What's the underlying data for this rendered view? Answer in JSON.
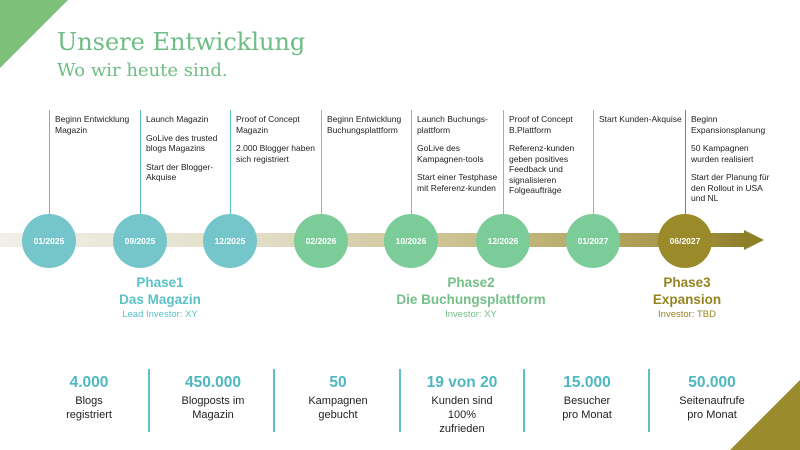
{
  "header": {
    "title": "Unsere Entwicklung",
    "subtitle": "Wo wir heute sind."
  },
  "colors": {
    "teal": "#5cc1c7",
    "green": "#7cc894",
    "olive": "#958422"
  },
  "events": [
    {
      "lines": [
        "Beginn Entwicklung Magazin"
      ]
    },
    {
      "lines": [
        "Launch Magazin",
        "GoLive des trusted blogs Magazins",
        "Start der Blogger-Akquise"
      ]
    },
    {
      "lines": [
        "Proof of Concept Magazin",
        "2.000 Blogger haben sich registriert"
      ]
    },
    {
      "lines": [
        "Beginn Entwicklung Buchungsplattform"
      ]
    },
    {
      "lines": [
        "Launch Buchungs-plattform",
        "GoLive des Kampagnen-tools",
        "Start einer Testphase mit Referenz-kunden"
      ]
    },
    {
      "lines": [
        "Proof of Concept B.Plattform",
        "Referenz-kunden geben positives Feedback und signalisieren Folgeaufträge"
      ]
    },
    {
      "lines": [
        "Start Kunden-Akquise"
      ]
    },
    {
      "lines": [
        "Beginn Expansionsplanung",
        "50 Kampagnen wurden realisiert",
        "Start der Planung für den Rollout in USA und NL"
      ]
    }
  ],
  "milestones": [
    {
      "date": "01/2025"
    },
    {
      "date": "09/2025"
    },
    {
      "date": "12/2025"
    },
    {
      "date": "02/2026"
    },
    {
      "date": "10/2026"
    },
    {
      "date": "12/2026"
    },
    {
      "date": "01/2027"
    },
    {
      "date": "06/2027"
    }
  ],
  "phases": [
    {
      "label": "Phase1",
      "name": "Das Magazin",
      "investor": "Lead Investor: XY"
    },
    {
      "label": "Phase2",
      "name": "Die Buchungsplattform",
      "investor": "Investor: XY"
    },
    {
      "label": "Phase3",
      "name": "Expansion",
      "investor": "Investor: TBD"
    }
  ],
  "stats": [
    {
      "value": "4.000",
      "lines": [
        "Blogs",
        "registriert"
      ]
    },
    {
      "value": "450.000",
      "lines": [
        "Blogposts im",
        "Magazin"
      ]
    },
    {
      "value": "50",
      "lines": [
        "Kampagnen",
        "gebucht"
      ]
    },
    {
      "value": "19 von 20",
      "lines": [
        "Kunden sind",
        "100%",
        "zufrieden"
      ]
    },
    {
      "value": "15.000",
      "lines": [
        "Besucher",
        "pro Monat"
      ]
    },
    {
      "value": "50.000",
      "lines": [
        "Seitenaufrufe",
        "pro Monat"
      ]
    }
  ]
}
